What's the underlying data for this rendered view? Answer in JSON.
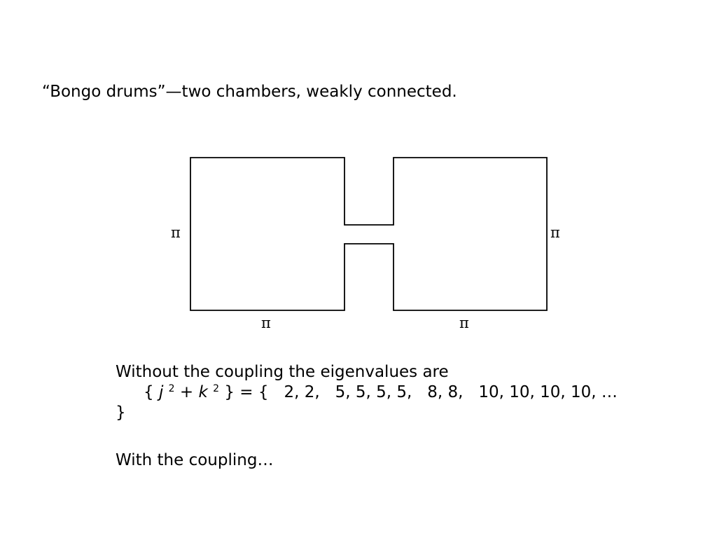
{
  "title": "“Bongo drums”—two chambers, weakly connected.",
  "diagram": {
    "stroke_color": "#000000",
    "labels": {
      "left_side": "π",
      "right_side": "π",
      "left_bottom": "π",
      "right_bottom": "π"
    }
  },
  "text": {
    "line1": "Without the coupling the eigenvalues are",
    "formula": {
      "open_brace": "{ ",
      "var_j": "j",
      "exp_j": "2",
      "plus": " + ",
      "var_k": "k",
      "exp_k": "2",
      "rest": " } = {   2, 2,   5, 5, 5, 5,   8, 8,   10, 10, 10, 10, …"
    },
    "closing": "}",
    "line_last": "With the coupling…"
  }
}
